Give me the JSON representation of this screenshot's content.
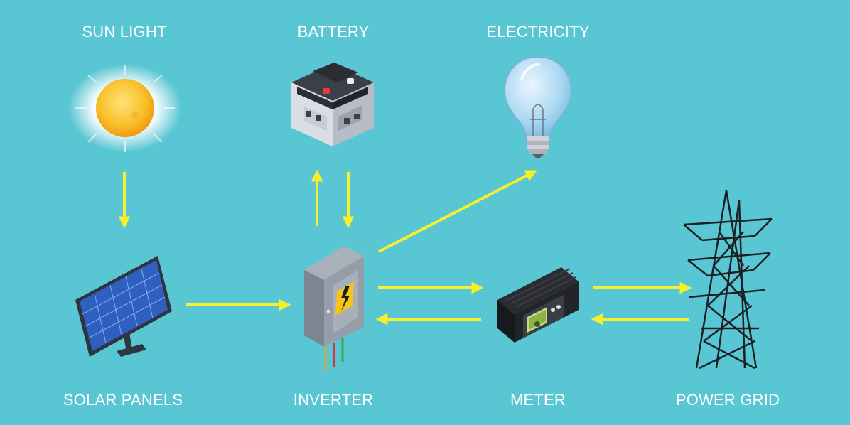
{
  "labels": {
    "sunlight": "SUN LIGHT",
    "battery": "BATTERY",
    "electricity": "ELECTRICITY",
    "solar_panels": "SOLAR PANELS",
    "inverter": "INVERTER",
    "meter": "METER",
    "power_grid": "POWER GRID"
  },
  "colors": {
    "background": "#59c6d3",
    "arrow": "#f6f02a",
    "label": "#ffffff"
  },
  "icons": {
    "sunlight": "sun-icon",
    "battery": "battery-icon",
    "electricity": "light-bulb-icon",
    "solar_panels": "solar-panel-icon",
    "inverter": "inverter-box-icon",
    "meter": "meter-controller-icon",
    "power_grid": "power-tower-icon"
  }
}
